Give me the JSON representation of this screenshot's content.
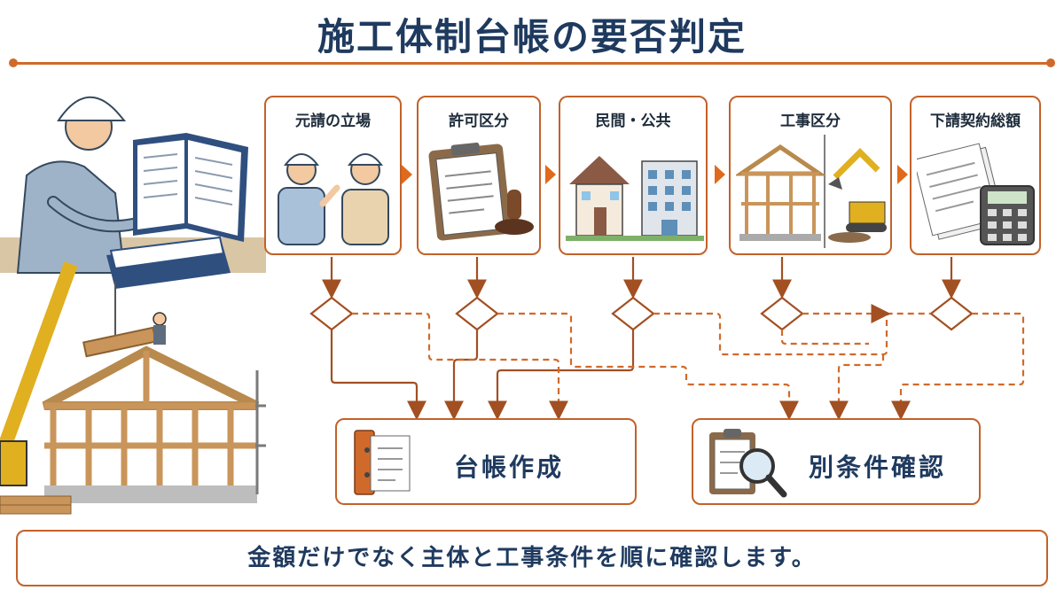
{
  "title": "施工体制台帳の要否判定",
  "steps": [
    {
      "label": "元請の立場",
      "icon": "two-workers-icon"
    },
    {
      "label": "許可区分",
      "icon": "clipboard-stamp-icon"
    },
    {
      "label": "民間・公共",
      "icon": "house-and-building-icon"
    },
    {
      "label": "工事区分",
      "icon": "frame-and-excavator-icon"
    },
    {
      "label": "下請契約総額",
      "icon": "documents-calculator-icon"
    }
  ],
  "results": [
    {
      "label": "台帳作成",
      "icon": "binder-icon"
    },
    {
      "label": "別条件確認",
      "icon": "magnifier-clipboard-icon"
    }
  ],
  "footer": "金額だけでなく主体と工事条件を順に確認します。",
  "colors": {
    "accent": "#c2622a",
    "title": "#1f3a5f"
  }
}
